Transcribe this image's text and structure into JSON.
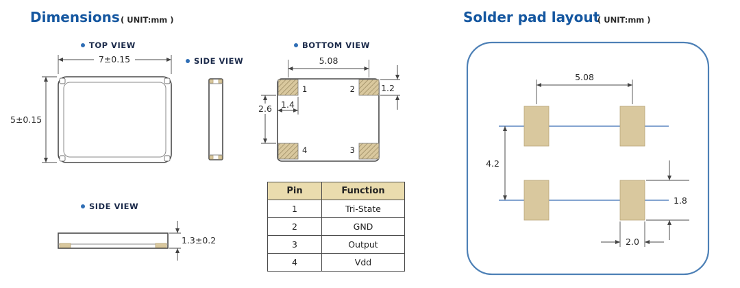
{
  "colors": {
    "title_blue": "#1557a0",
    "accent_blue": "#2f6eb5",
    "line_dark": "#4a4a4a",
    "pad_tan": "#d9c89e",
    "hatch_line": "#8b7b52",
    "table_header_bg": "#eadcae",
    "solder_border_blue": "#4d80b6",
    "centerline_blue": "#3a6db3"
  },
  "dimensions_panel": {
    "title": "Dimensions",
    "unit": "( UNIT:mm )",
    "top_view": {
      "label": "TOP VIEW",
      "width_dim": "7±0.15",
      "height_dim": "5±0.15"
    },
    "side_view_right": {
      "label": "SIDE VIEW"
    },
    "bottom_view": {
      "label": "BOTTOM VIEW",
      "pad_pitch": "5.08",
      "pad_height": "1.2",
      "pad_width": "1.4",
      "pad_gap": "2.6",
      "pin_top_left": "1",
      "pin_top_right": "2",
      "pin_bottom_left": "4",
      "pin_bottom_right": "3"
    },
    "side_view_bottom": {
      "label": "SIDE VIEW",
      "thickness_dim": "1.3±0.2"
    },
    "pin_table": {
      "headers": [
        "Pin",
        "Function"
      ],
      "rows": [
        [
          "1",
          "Tri-State"
        ],
        [
          "2",
          "GND"
        ],
        [
          "3",
          "Output"
        ],
        [
          "4",
          "Vdd"
        ]
      ]
    }
  },
  "solder_panel": {
    "title": "Solder pad layout",
    "unit": "( UNIT:mm )",
    "pad_pitch_x": "5.08",
    "pad_pitch_y": "4.2",
    "pad_height": "1.8",
    "pad_width": "2.0"
  }
}
